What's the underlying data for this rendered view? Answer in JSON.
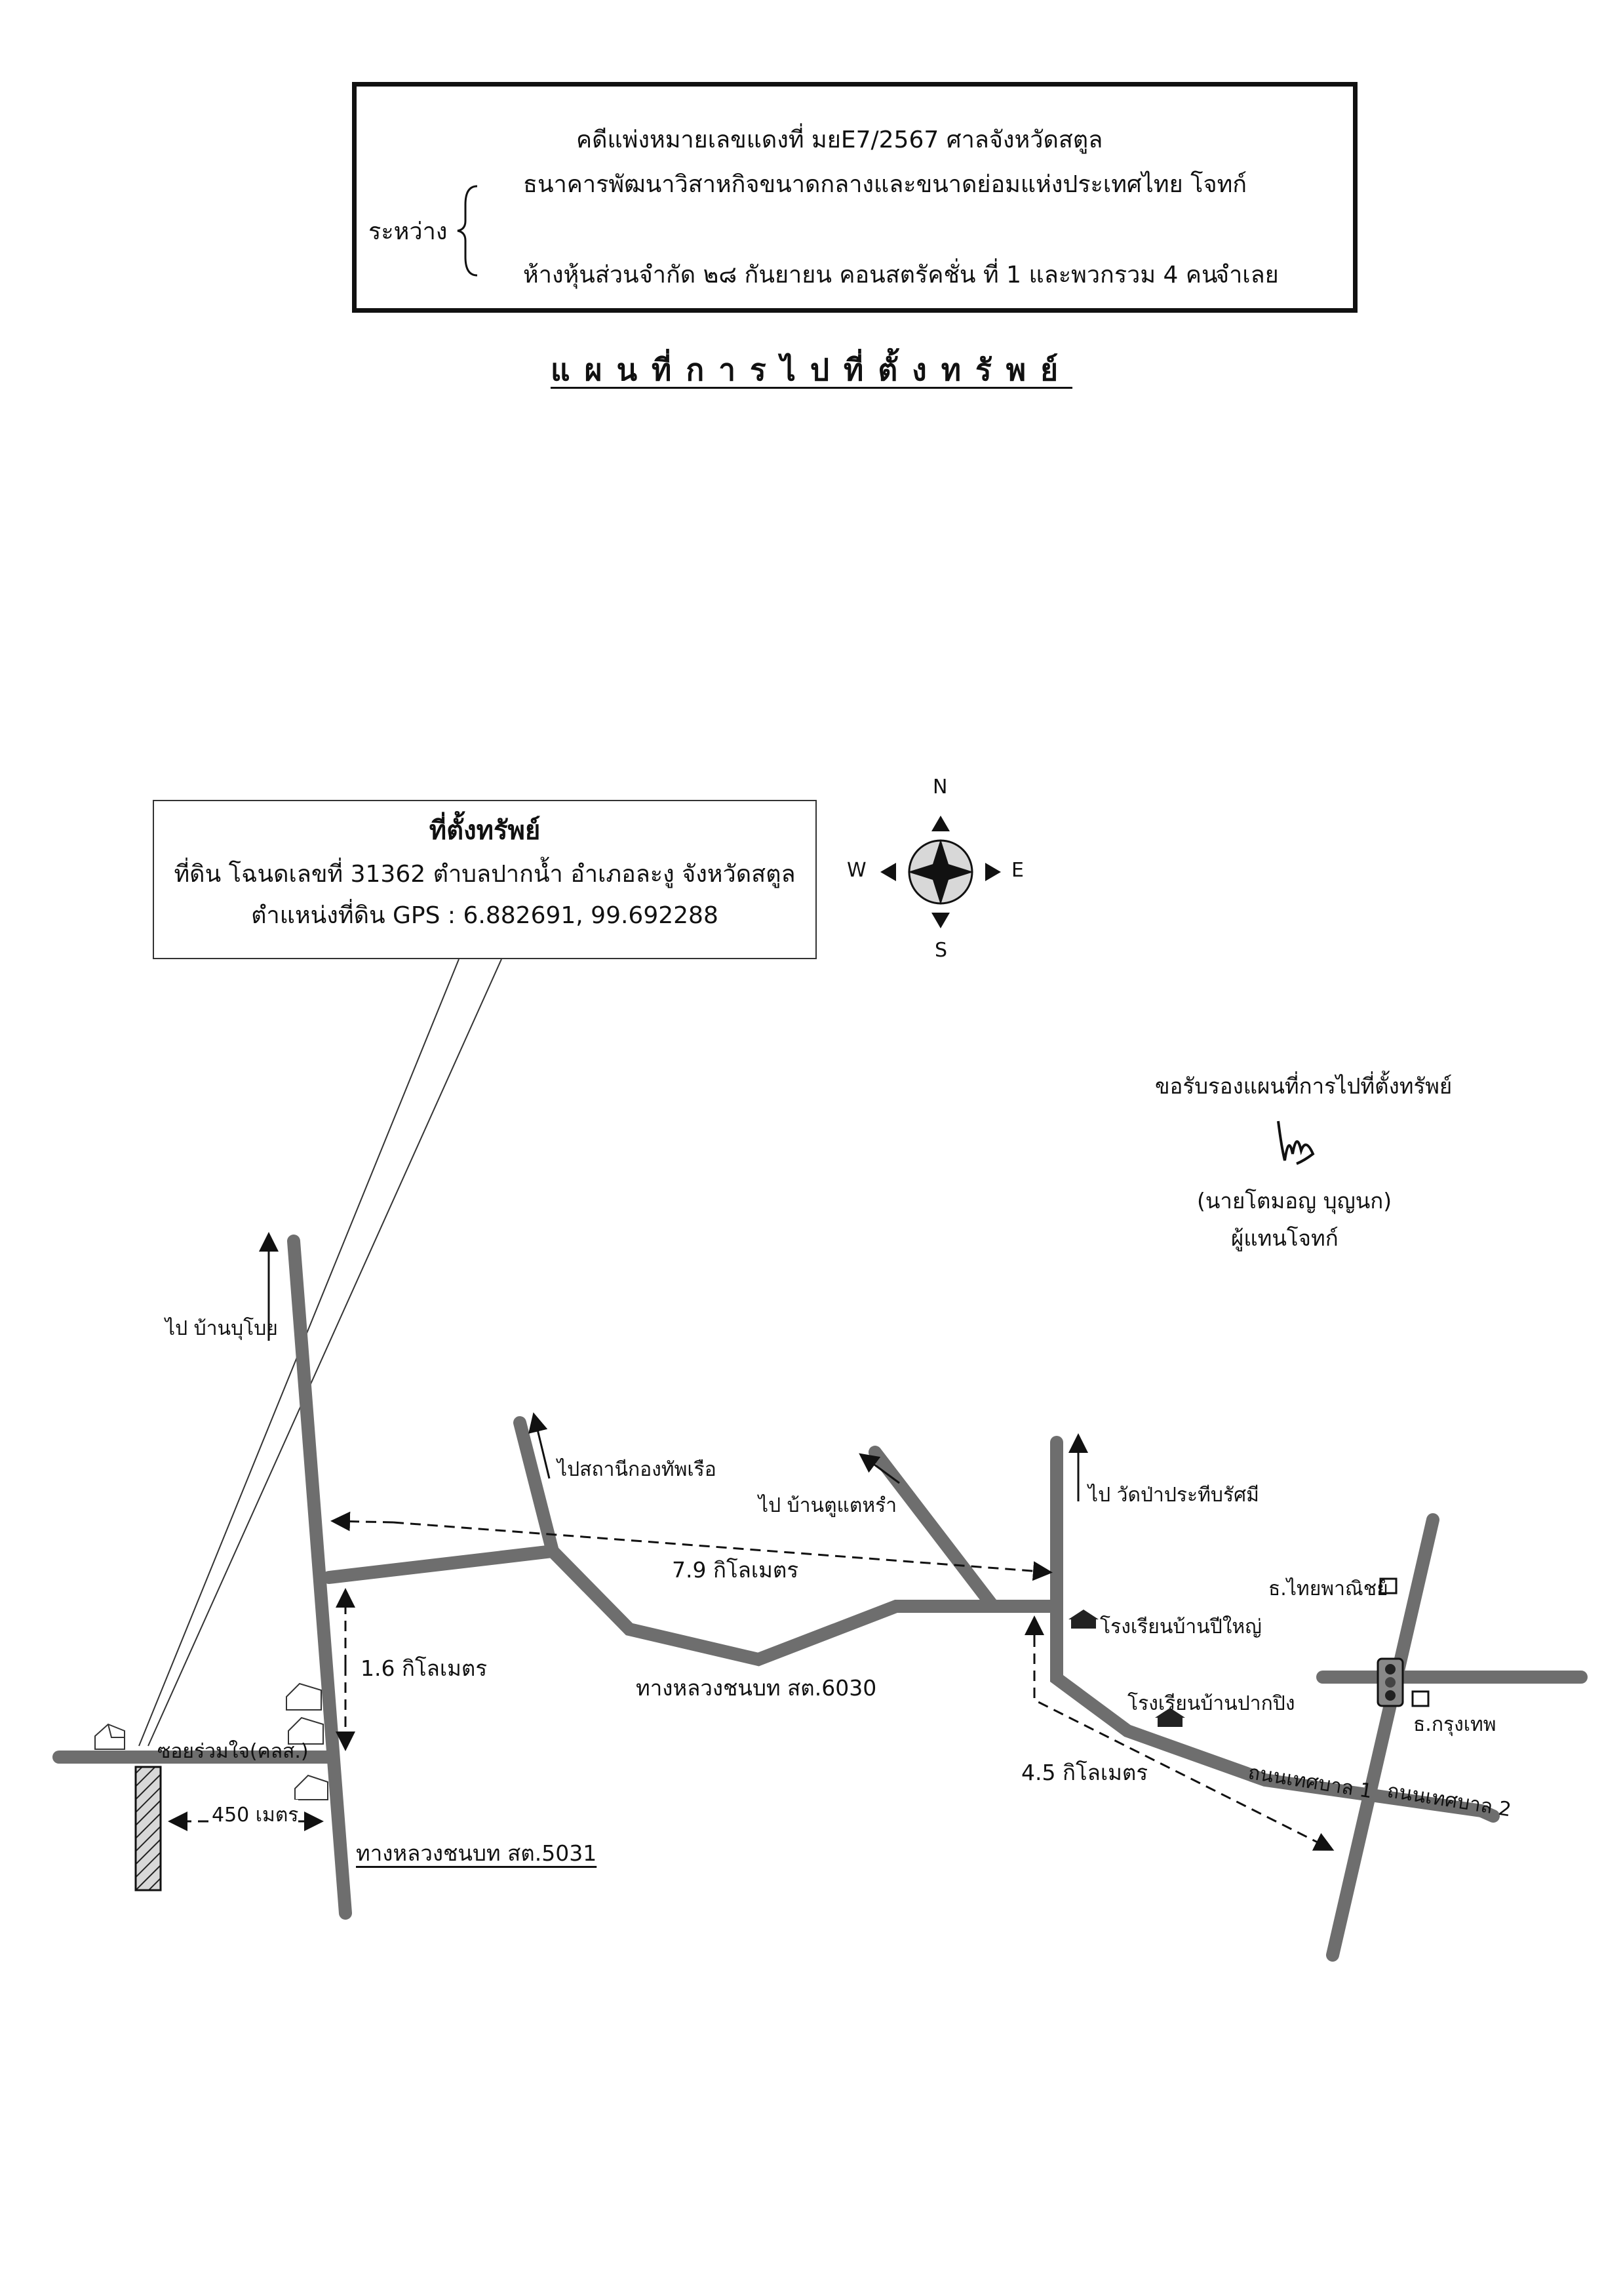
{
  "header": {
    "case_number": "คดีแพ่งหมายเลขแดงที่  มยE7/2567   ศาลจังหวัดสตูล",
    "between_label": "ระหว่าง",
    "plaintiff": "ธนาคารพัฒนาวิสาหกิจขนาดกลางและขนาดย่อมแห่งประเทศไทย  โจทก์",
    "defendant": "ห้างหุ้นส่วนจำกัด ๒๘ กันยายน คอนสตรัคชั่น  ที่  1  และพวกรวม 4 คน",
    "defendant_role": "จำเลย"
  },
  "title": "แผนที่การไปที่ตั้งทรัพย์",
  "property_callout": {
    "heading": "ที่ตั้งทรัพย์",
    "description": "ที่ดิน โฉนดเลขที่ 31362 ตำบลปากน้ำ อำเภอละงู จังหวัดสตูล",
    "gps": "ตำแหน่งที่ดิน GPS : 6.882691, 99.692288"
  },
  "compass": {
    "n": "N",
    "s": "S",
    "e": "E",
    "w": "W"
  },
  "certification": {
    "text": "ขอรับรองแผนที่การไปที่ตั้งทรัพย์",
    "name": "(นายโตมอญ   บุญนก)",
    "role": "ผู้แทนโจทก์"
  },
  "map_labels": {
    "to_ban_buboi": "ไป  บ้านบุโบย",
    "to_naval_station": "ไปสถานีกองทัพเรือ",
    "to_ban_tu_tae_rum": "ไป  บ้านตูแตหรำ",
    "to_wat": "ไป  วัดป่าประทีบรัศมี",
    "dist_7_9": "7.9 กิโลเมตร",
    "dist_1_6": "1.6 กิโลเมตร",
    "dist_4_5": "4.5 กิโลเมตร",
    "dist_450": "450 เมตร",
    "road_6030": "ทางหลวงชนบท สต.6030",
    "road_5031": "ทางหลวงชนบท สต.5031",
    "soi": "ซอยร่วมใจ(คลส.)",
    "school_pi_yai": "โรงเรียนบ้านปีใหญ่",
    "school_pak_ping": "โรงเรียนบ้านปากปิง",
    "thai_panich": "ธ.ไทยพาณิชย์",
    "krungthep": "ธ.กรุงเทพ",
    "tessaban_1": "ถนนเทศบาล 1",
    "tessaban_2": "ถนนเทศบาล 2"
  },
  "colors": {
    "road": "#6e6e6e",
    "ink": "#111111",
    "parcel_fill": "#d0d0d0"
  }
}
